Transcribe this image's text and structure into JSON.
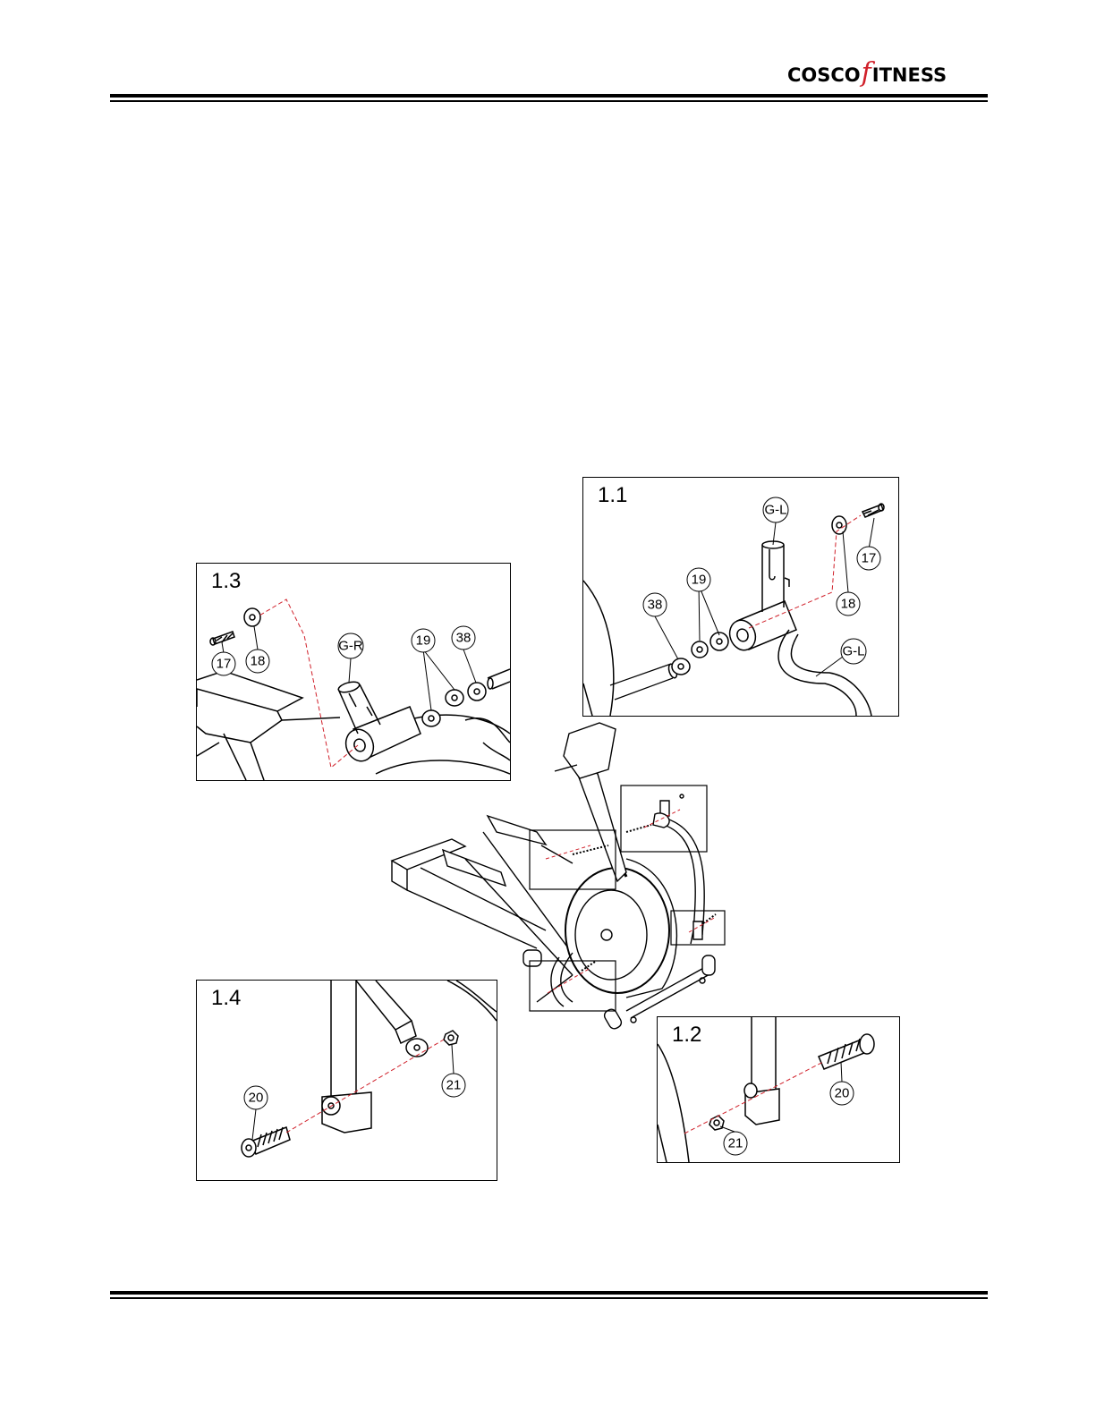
{
  "brand": {
    "prefix": "COSCO",
    "f": "f",
    "suffix": "ITNESS",
    "accent_color": "#d0202a"
  },
  "panels": [
    {
      "id": "1.1",
      "step": "1.1",
      "callouts": [
        "G-L",
        "17",
        "18",
        "19",
        "38",
        "G-L"
      ]
    },
    {
      "id": "1.2",
      "step": "1.2",
      "callouts": [
        "20",
        "21"
      ]
    },
    {
      "id": "1.3",
      "step": "1.3",
      "callouts": [
        "17",
        "18",
        "G-R",
        "19",
        "38"
      ]
    },
    {
      "id": "1.4",
      "step": "1.4",
      "callouts": [
        "20",
        "21"
      ]
    }
  ]
}
